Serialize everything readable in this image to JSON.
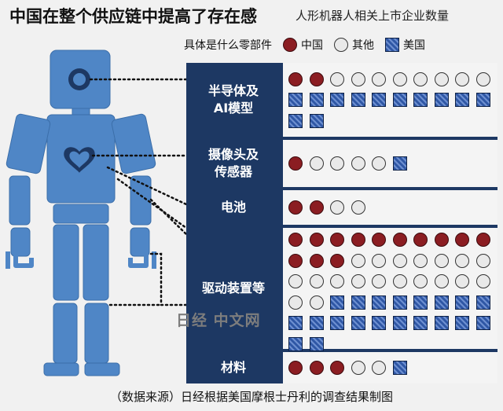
{
  "header": {
    "title": "中国在整个供应链中提高了存在感",
    "subtitle": "人形机器人相关上市企业数量"
  },
  "legend": {
    "label": "具体是什么零部件",
    "items": [
      {
        "key": "cn",
        "label": "中国"
      },
      {
        "key": "ot",
        "label": "其他"
      },
      {
        "key": "us",
        "label": "美国"
      }
    ]
  },
  "colors": {
    "china": "#8b1d22",
    "other": "#e9e9e9",
    "usa": "#2f57a5",
    "header_band": "#1d3863",
    "robot_body": "#4f86c6"
  },
  "chart_data": {
    "type": "table",
    "title": "中国在整个供应链中提高了存在感",
    "subtitle": "人形机器人相关上市企业数量",
    "series": [
      {
        "name": "中国",
        "values": [
          2,
          1,
          2,
          13,
          3
        ]
      },
      {
        "name": "其他",
        "values": [
          8,
          4,
          2,
          19,
          2
        ]
      },
      {
        "name": "美国",
        "values": [
          12,
          1,
          0,
          20,
          1
        ]
      }
    ],
    "categories": [
      "半导体及\nAI模型",
      "摄像头及\n传感器",
      "电池",
      "驱动装置等",
      "材料"
    ],
    "rows": [
      {
        "category": "半导体及\nAI模型",
        "china": 2,
        "other": 8,
        "usa": 12
      },
      {
        "category": "摄像头及\n传感器",
        "china": 1,
        "other": 4,
        "usa": 1
      },
      {
        "category": "电池",
        "china": 2,
        "other": 2,
        "usa": 0
      },
      {
        "category": "驱动装置等",
        "china": 13,
        "other": 19,
        "usa": 20
      },
      {
        "category": "材料",
        "china": 3,
        "other": 2,
        "usa": 1
      }
    ]
  },
  "source": "（数据来源）日经根据美国摩根士丹利的调查结果制图",
  "watermark": "日经 中文网"
}
